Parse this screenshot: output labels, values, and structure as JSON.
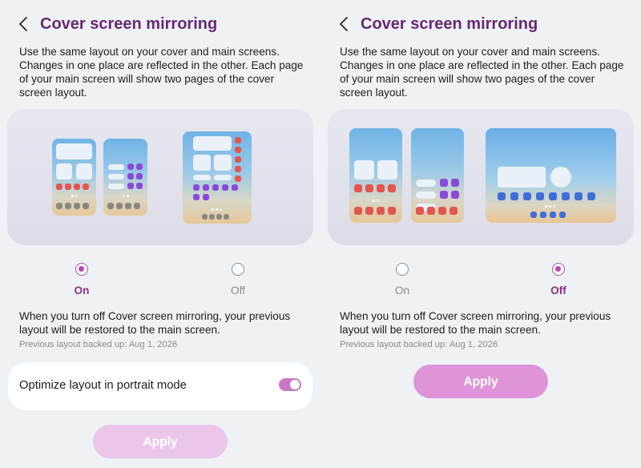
{
  "left": {
    "title": "Cover screen mirroring",
    "description": "Use the same layout on your cover and main screens. Changes in one place are reflected in the other. Each page of your main screen will show two pages of the cover screen layout.",
    "options": [
      {
        "label": "On",
        "selected": true
      },
      {
        "label": "Off",
        "selected": false
      }
    ],
    "note": "When you turn off Cover screen mirroring, your previous layout will be restored to the main screen.",
    "backup": "Previous layout backed up: Aug 1, 2026",
    "optimize_label": "Optimize layout in portrait mode",
    "optimize_on": true,
    "apply_label": "Apply"
  },
  "right": {
    "title": "Cover screen mirroring",
    "description": "Use the same layout on your cover and main screens. Changes in one place are reflected in the other. Each page of your main screen will show two pages of the cover screen layout.",
    "options": [
      {
        "label": "On",
        "selected": false
      },
      {
        "label": "Off",
        "selected": true
      }
    ],
    "note": "When you turn off Cover screen mirroring, your previous layout will be restored to the main screen.",
    "backup": "Previous layout backed up: Aug 1, 2026",
    "apply_label": "Apply"
  },
  "icons": {
    "back": "chevron-left-icon"
  },
  "colors": {
    "title": "#6a2773",
    "accent": "#b54ab5",
    "apply_active": "#df94da",
    "apply_disabled": "#ecc6ea",
    "toggle": "#c876c6"
  }
}
